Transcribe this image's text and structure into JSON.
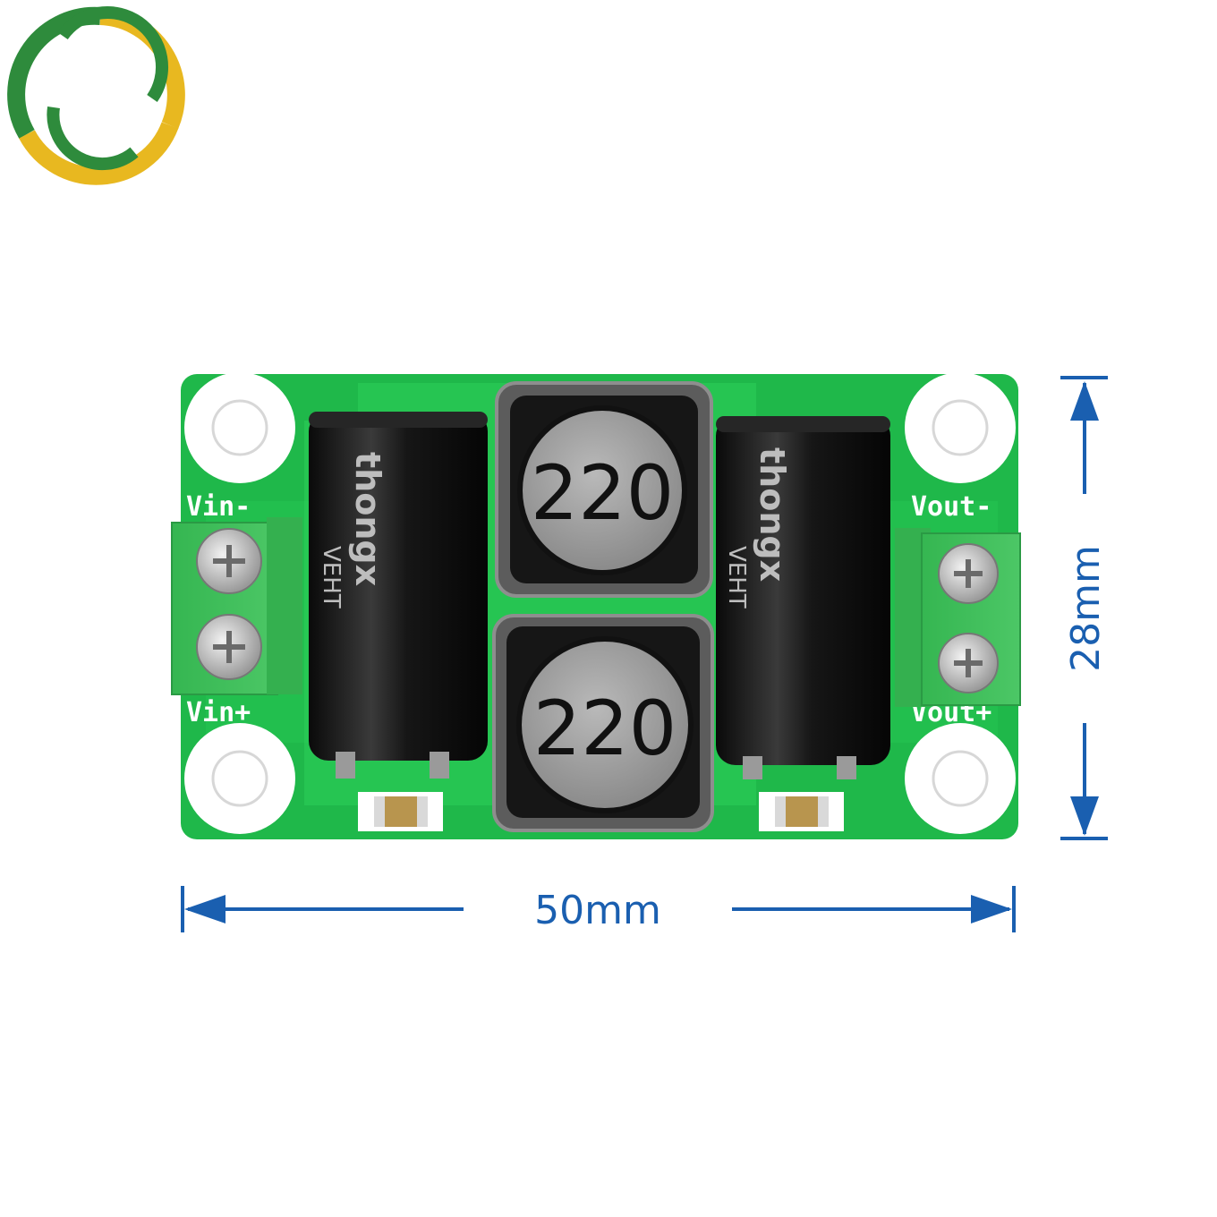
{
  "board": {
    "labels": {
      "vin_minus": "Vin-",
      "vin_plus": "Vin+",
      "vout_minus": "Vout-",
      "vout_plus": "Vout+"
    },
    "inductors": [
      {
        "marking": "220"
      },
      {
        "marking": "220"
      }
    ],
    "capacitors": [
      {
        "brand": "thongx",
        "series": "VEHT"
      },
      {
        "brand": "thongx",
        "series": "VEHT"
      }
    ]
  },
  "dimensions": {
    "width": "50mm",
    "height": "28mm"
  },
  "colors": {
    "pcb_green": "#1fb84a",
    "pcb_trace": "#2bd05a",
    "dimension_blue": "#1a5fb0",
    "terminal_green": "#3fbf5a",
    "logo_green": "#2e8b3c",
    "logo_yellow": "#e8b820"
  }
}
